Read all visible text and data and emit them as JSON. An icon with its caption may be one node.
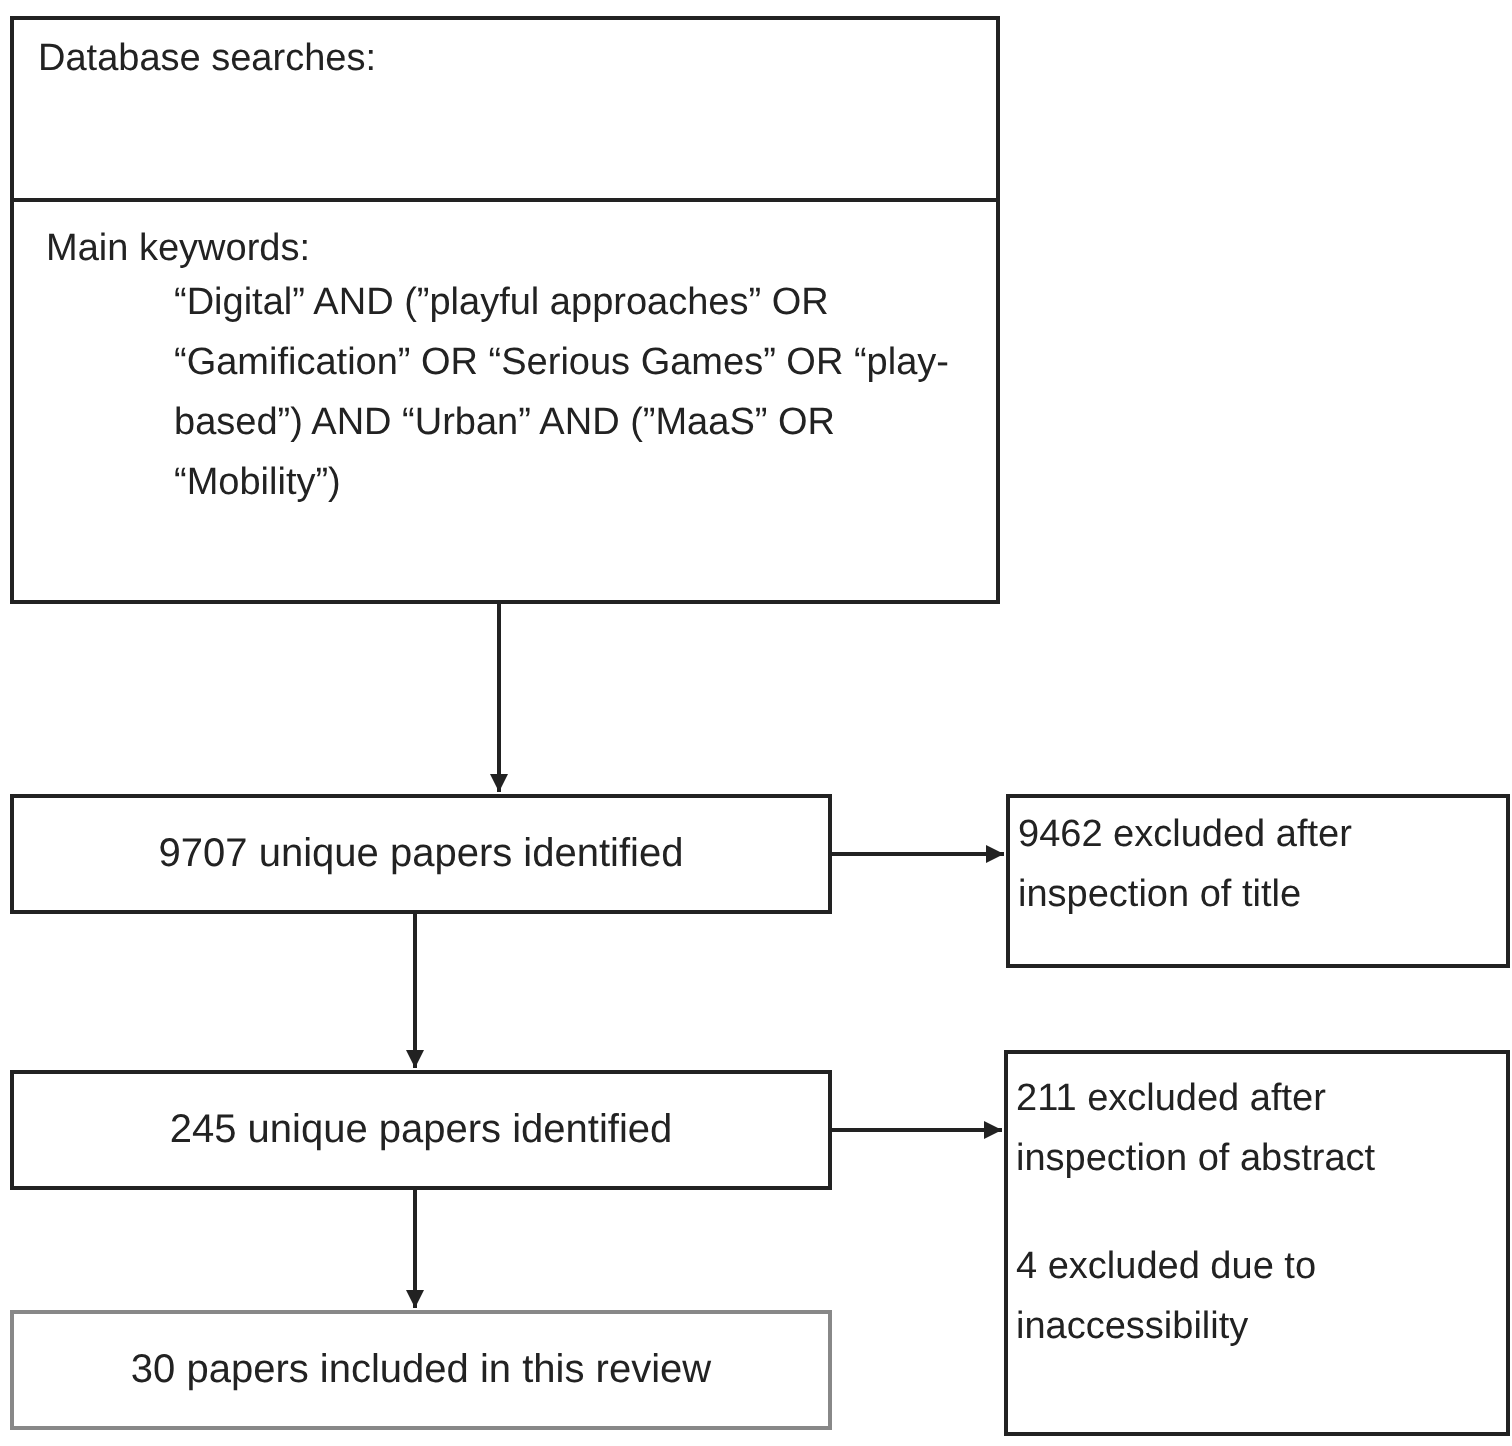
{
  "diagram": {
    "nodes": [
      {
        "text": [
          "Database searches:"
        ]
      },
      {
        "text": [
          "Main keywords:",
          "“Digital” AND (”playful approaches” OR “Gamification” OR “Serious Games” OR “play-based”) AND “Urban” AND (”MaaS” OR “Mobility”)"
        ]
      },
      {
        "text": [
          "9707 unique papers identified"
        ]
      },
      {
        "text": [
          "9462 excluded after inspection of title"
        ]
      },
      {
        "text": [
          "245 unique papers identified"
        ]
      },
      {
        "text": [
          "211 excluded after inspection of abstract",
          "4 excluded due to inaccessibility"
        ]
      },
      {
        "text": [
          "30 papers included in this review"
        ]
      }
    ],
    "edges": [
      {
        "from": 1,
        "to": 2,
        "arrow": "to"
      },
      {
        "from": 2,
        "to": 3,
        "arrow": "to"
      },
      {
        "from": 2,
        "to": 4,
        "arrow": "to"
      },
      {
        "from": 4,
        "to": 5,
        "arrow": "to"
      },
      {
        "from": 4,
        "to": 6,
        "arrow": "to"
      }
    ]
  }
}
